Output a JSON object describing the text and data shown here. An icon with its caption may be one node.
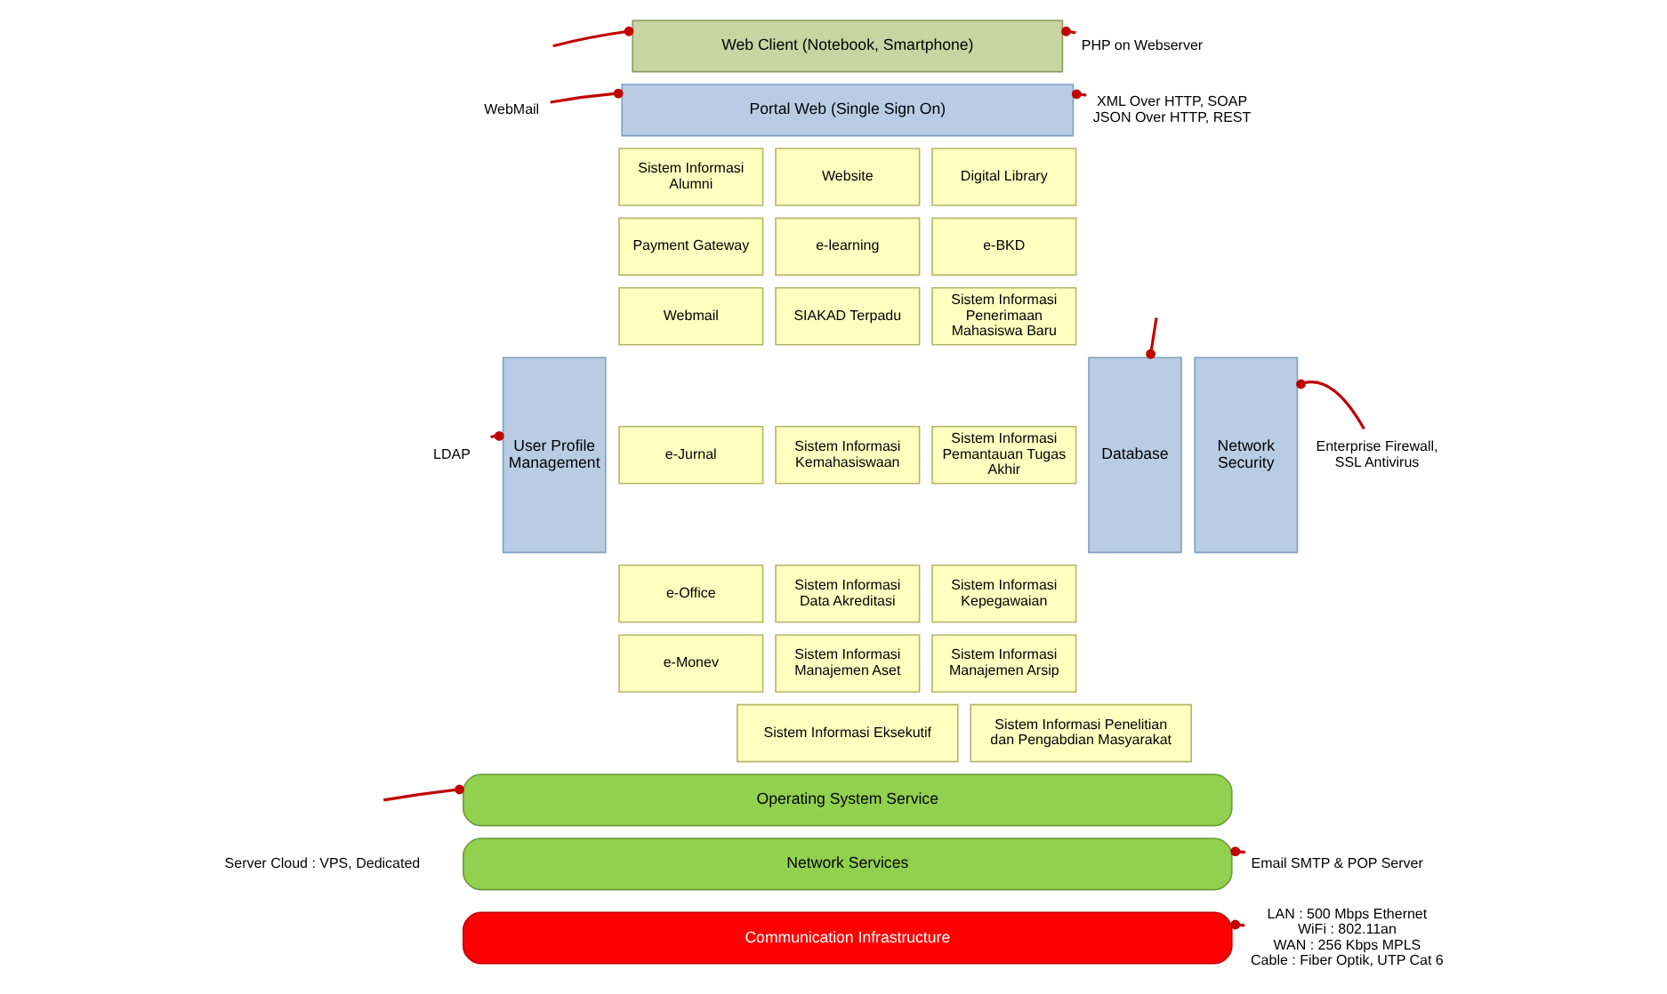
{
  "diagram": {
    "nodes": [
      {
        "text": [
          "Web Client (Notebook, Smartphone)"
        ]
      },
      {
        "text": [
          "User Profile Management"
        ]
      },
      {
        "text": [
          "Portal Web (Single Sign On)"
        ]
      },
      {
        "text": [
          "Sistem Informasi Alumni"
        ]
      },
      {
        "text": [
          "Website"
        ]
      },
      {
        "text": [
          "Digital Library"
        ]
      },
      {
        "text": [
          "Payment Gateway"
        ]
      },
      {
        "text": [
          "e-learning"
        ]
      },
      {
        "text": [
          "e-BKD"
        ]
      },
      {
        "text": [
          "Webmail"
        ]
      },
      {
        "text": [
          "SIAKAD Terpadu"
        ]
      },
      {
        "text": [
          "Sistem Informasi Penerimaan Mahasiswa Baru"
        ]
      },
      {
        "text": [
          "e-Jurnal"
        ]
      },
      {
        "text": [
          "Sistem Informasi Kemahasiswaan"
        ]
      },
      {
        "text": [
          "Sistem Informasi Pemantauan Tugas Akhir"
        ]
      },
      {
        "text": [
          "e-Office"
        ]
      },
      {
        "text": [
          "Sistem Informasi Data Akreditasi"
        ]
      },
      {
        "text": [
          "Sistem Informasi Kepegawaian"
        ]
      },
      {
        "text": [
          "e-Monev"
        ]
      },
      {
        "text": [
          "Sistem Informasi Manajemen Aset"
        ]
      },
      {
        "text": [
          "Sistem Informasi Manajemen Arsip"
        ]
      },
      {
        "text": [
          "Sistem Informasi Eksekutif"
        ]
      },
      {
        "text": [
          "Sistem Informasi Penelitian dan Pengabdian Masyarakat"
        ]
      },
      {
        "text": [
          "Database"
        ]
      },
      {
        "text": [
          "Network Security"
        ]
      },
      {
        "text": [
          "Operating System Service"
        ]
      },
      {
        "text": [
          "Network Services"
        ]
      },
      {
        "text": [
          "Communication Infrastructure"
        ]
      },
      {
        "text": [
          "WebMail"
        ]
      },
      {
        "text": [
          "LDAP"
        ]
      },
      {
        "text": [
          "PHP on Webserver"
        ]
      },
      {
        "text": [
          "XML Over HTTP, SOAP JSON Over HTTP, REST"
        ]
      },
      {
        "text": [
          "Enterprise Firewall, SSL Antivirus"
        ]
      },
      {
        "text": [
          "Email SMTP & POP Server"
        ]
      },
      {
        "text": [
          "LAN : 500 Mbps Ethernet",
          "WiFi : 802.11an",
          "WAN : 256 Kbps MPLS",
          "Cable : Fiber Optik, UTP Cat 6"
        ]
      }
    ],
    "edges": [
      {
        "from": null,
        "to": 0,
        "arrow": "other"
      },
      {
        "from": 30,
        "to": 0,
        "arrow": "other"
      },
      {
        "from": 28,
        "to": 2,
        "arrow": "other"
      },
      {
        "from": 31,
        "to": 2,
        "arrow": "other"
      },
      {
        "from": 29,
        "to": 1,
        "arrow": "other"
      },
      {
        "from": null,
        "to": 23,
        "arrow": "other"
      },
      {
        "from": 32,
        "to": 24,
        "arrow": "other"
      },
      {
        "from": null,
        "to": 25,
        "arrow": "other"
      },
      {
        "from": 33,
        "to": 26,
        "arrow": "other"
      },
      {
        "from": 34,
        "to": 27,
        "arrow": "other"
      }
    ],
    "labels": [
      "Server Cloud : VPS, Dedicated"
    ]
  }
}
